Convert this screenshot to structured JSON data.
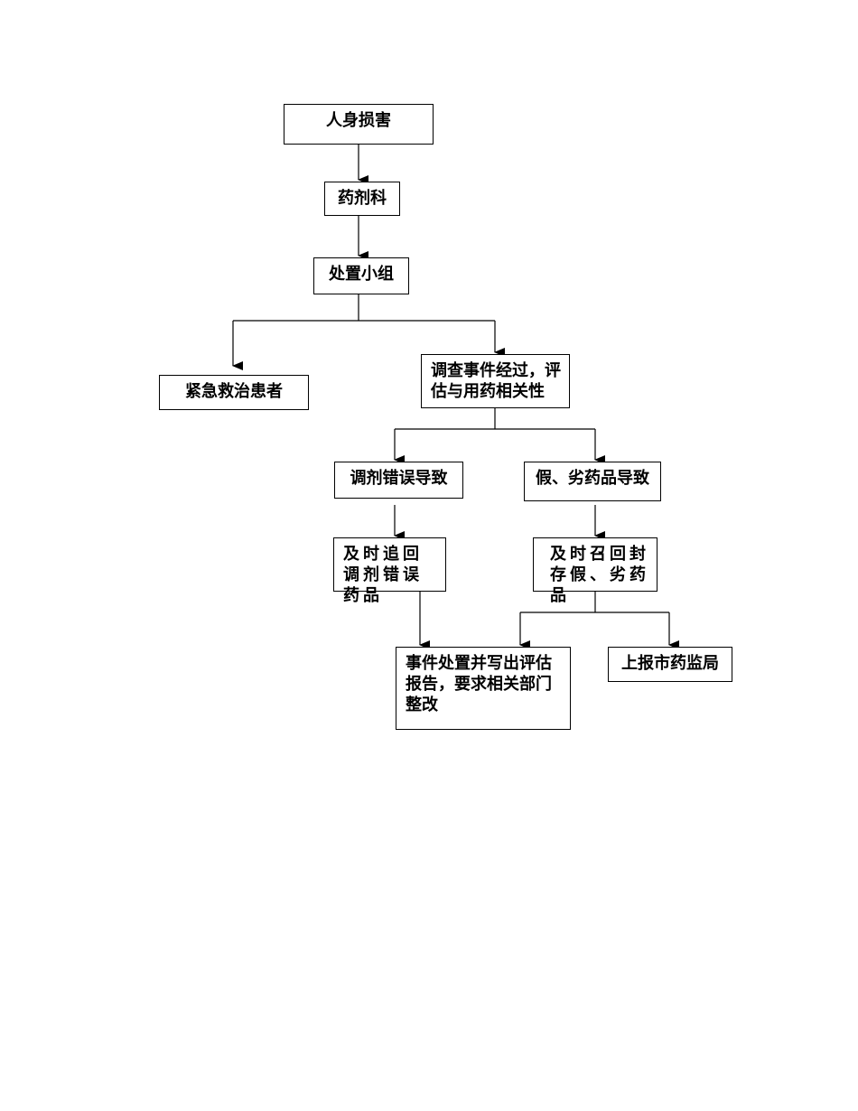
{
  "diagram": {
    "nodes": {
      "injury": "人身损害",
      "pharmacy": "药剂科",
      "team": "处置小组",
      "rescue": "紧急救治患者",
      "investigate": "调查事件经过，评估与用药相关性",
      "dispensing_error": "调剂错误导致",
      "counterfeit": "假、劣药品导致",
      "recall_error": "及时追回调剂错误药品",
      "recall_counterfeit": "及时召回封存假、劣药品",
      "report": "事件处置并写出评估报告，要求相关部门整改",
      "fda": "上报市药监局"
    },
    "edges": [
      [
        "injury",
        "pharmacy"
      ],
      [
        "pharmacy",
        "team"
      ],
      [
        "team",
        "rescue"
      ],
      [
        "team",
        "investigate"
      ],
      [
        "investigate",
        "dispensing_error"
      ],
      [
        "investigate",
        "counterfeit"
      ],
      [
        "dispensing_error",
        "recall_error"
      ],
      [
        "counterfeit",
        "recall_counterfeit"
      ],
      [
        "recall_error",
        "report"
      ],
      [
        "recall_counterfeit",
        "report"
      ],
      [
        "recall_counterfeit",
        "fda"
      ]
    ],
    "line_color": "#000000"
  }
}
